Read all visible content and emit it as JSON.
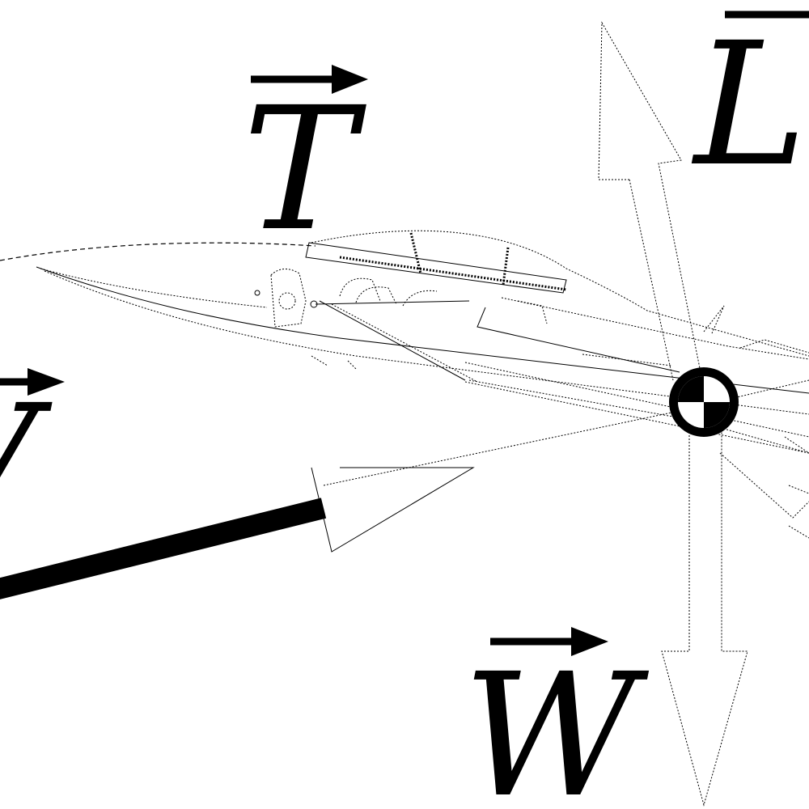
{
  "labels": {
    "thrust": "T",
    "lift": "L",
    "weight": "W",
    "velocity": "V"
  },
  "icons": {
    "center_of_gravity": "center-of-gravity-icon",
    "aircraft": "aircraft-outline-icon"
  },
  "colors": {
    "ink": "#000000",
    "background": "#ffffff"
  }
}
